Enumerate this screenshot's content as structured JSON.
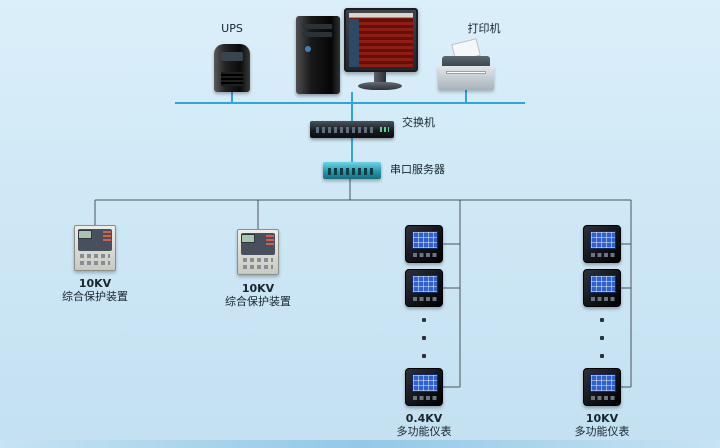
{
  "canvas": {
    "background_top": "#dbeffa",
    "background_bottom": "#c3e0f1"
  },
  "colors": {
    "bus_line": "#2ba7dc",
    "branch_line": "#49545b",
    "meter_screen": "#2f62cf",
    "serial_server_body": "#2897ae"
  },
  "top_row": {
    "ups": {
      "label": "UPS"
    },
    "printer": {
      "label": "打印机"
    }
  },
  "network": {
    "switch": {
      "label": "交换机"
    },
    "serial_server": {
      "label": "串口服务器"
    }
  },
  "branches": {
    "protection1": {
      "voltage": "10KV",
      "name": "综合保护装置"
    },
    "protection2": {
      "voltage": "10KV",
      "name": "综合保护装置"
    },
    "meter_column1": {
      "voltage": "0.4KV",
      "name": "多功能仪表"
    },
    "meter_column2": {
      "voltage": "10KV",
      "name": "多功能仪表"
    }
  }
}
